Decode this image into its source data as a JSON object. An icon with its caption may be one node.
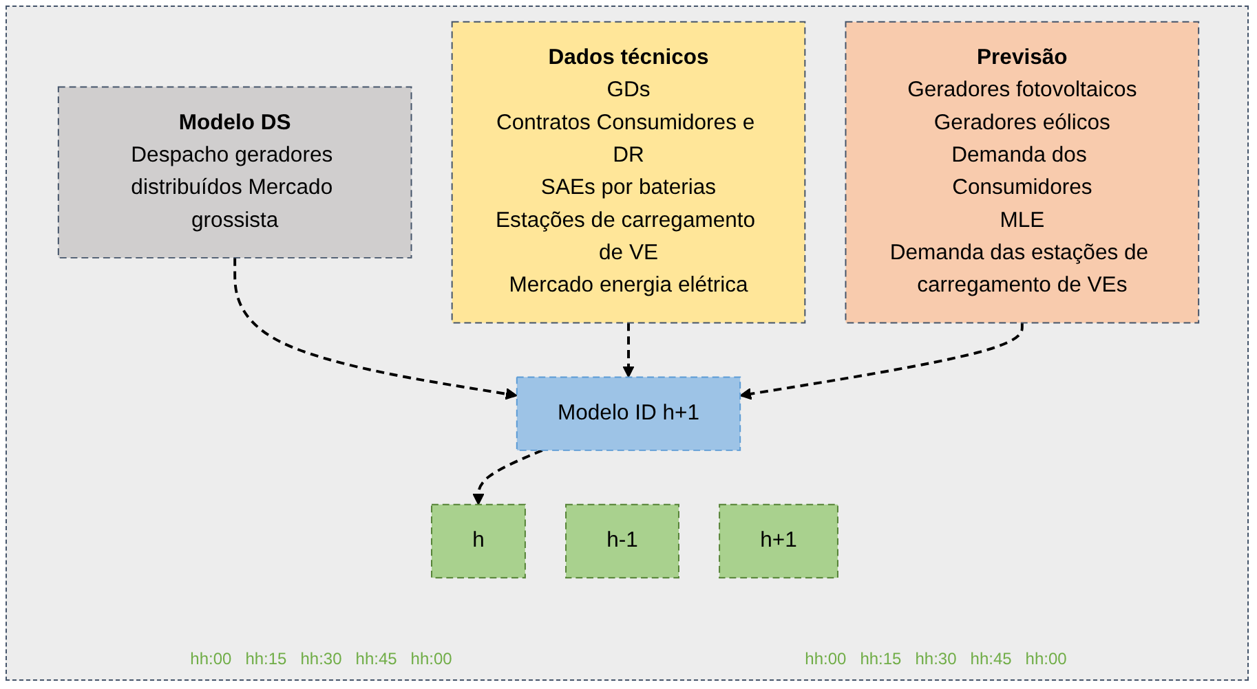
{
  "diagram": {
    "nodes": [
      {
        "text": [
          "Modelo DS",
          "Despacho geradores distribuídos Mercado grossista"
        ]
      },
      {
        "text": [
          "Dados técnicos",
          "GDs",
          "Contratos Consumidores e DR",
          "SAEs por baterias",
          "Estações de carregamento de VE",
          "Mercado energia elétrica"
        ]
      },
      {
        "text": [
          "Previsão",
          "Geradores fotovoltaicos",
          "Geradores eólicos",
          "Demanda dos Consumidores",
          "MLE",
          "Demanda das estações de carregamento de VEs"
        ]
      },
      {
        "text": [
          "Modelo ID h+1"
        ]
      },
      {
        "text": [
          "h-1"
        ]
      },
      {
        "text": [
          "h"
        ]
      },
      {
        "text": [
          "h+1"
        ]
      }
    ],
    "edges": [
      {
        "from": 0,
        "to": 3,
        "arrow": "to",
        "style": "dashed"
      },
      {
        "from": 1,
        "to": 3,
        "arrow": "to",
        "style": "dashed"
      },
      {
        "from": 2,
        "to": 3,
        "arrow": "to",
        "style": "dashed"
      },
      {
        "from": 3,
        "to": 5,
        "arrow": "to",
        "style": "dashed"
      }
    ],
    "labels": [
      "hh:00",
      "hh:15",
      "hh:30",
      "hh:45",
      "hh:00",
      "hh:00",
      "hh:15",
      "hh:30",
      "hh:45",
      "hh:00"
    ]
  }
}
